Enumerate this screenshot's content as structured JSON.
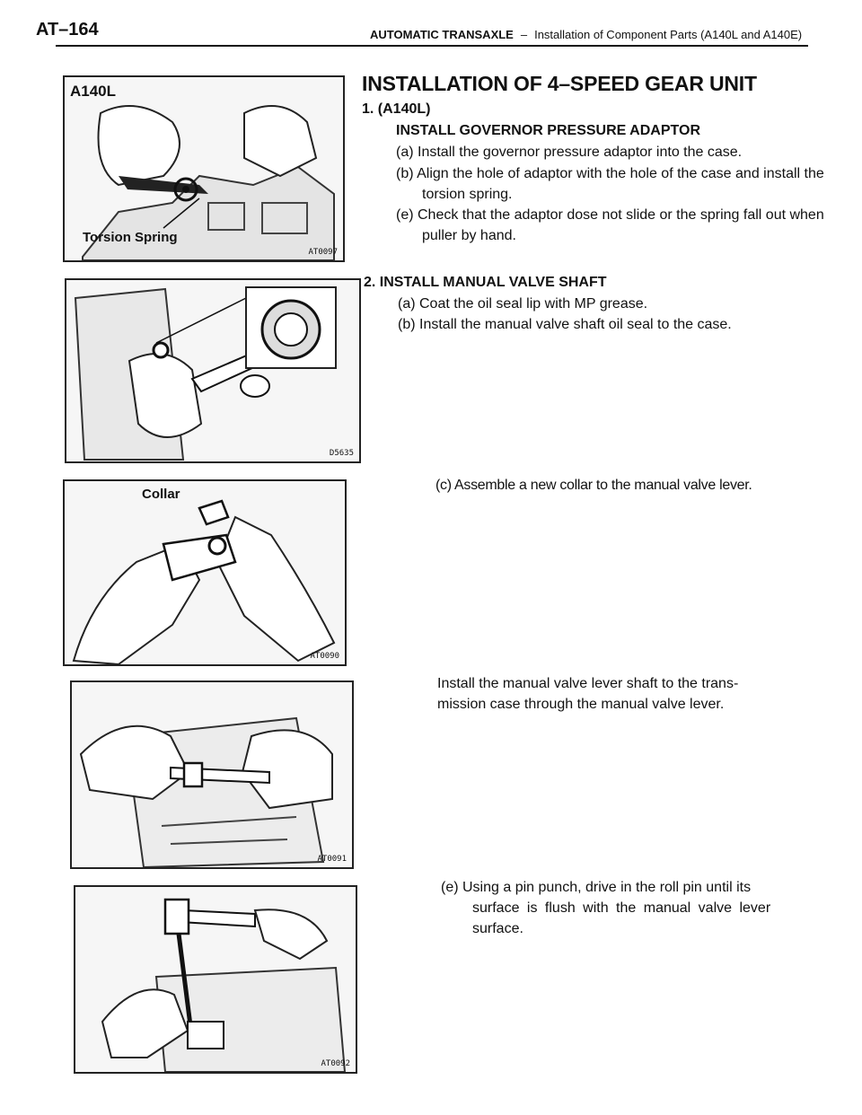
{
  "header": {
    "page_number": "AT–164",
    "section": "AUTOMATIC TRANSAXLE",
    "separator": "–",
    "subsection": "Installation of Component Parts (A140L and A140E)"
  },
  "title": "INSTALLATION OF 4–SPEED GEAR UNIT",
  "step1": {
    "number": "1. (A140L)",
    "heading": "INSTALL GOVERNOR PRESSURE ADAPTOR",
    "lines": [
      "(a) Install the governor pressure adaptor into the case.",
      "(b) Align the hole of adaptor with the hole of the case and install the",
      "torsion spring.",
      "(e) Check that the adaptor dose not slide or the spring fall out when",
      "puller by hand."
    ]
  },
  "step2": {
    "heading": "2. INSTALL MANUAL VALVE SHAFT",
    "lines": [
      "(a) Coat the oil seal lip with MP grease.",
      "(b) Install the manual valve shaft oil seal to the case."
    ],
    "c": "(c) Assemble a new collar to the manual valve lever.",
    "d": [
      "Install the manual valve lever shaft to the trans-",
      "mission case through the manual valve lever."
    ],
    "e": [
      "(e) Using a pin punch, drive in the roll pin until its",
      "surface is flush with the manual valve lever",
      "surface."
    ]
  },
  "figures": {
    "fig1": {
      "label": "A140L",
      "callout": "Torsion Spring",
      "code": "AT0097"
    },
    "fig2": {
      "code": "D5635"
    },
    "fig3": {
      "callout": "Collar",
      "code": "AT0090"
    },
    "fig4": {
      "code": "AT0091"
    },
    "fig5": {
      "code": "AT0092"
    }
  }
}
